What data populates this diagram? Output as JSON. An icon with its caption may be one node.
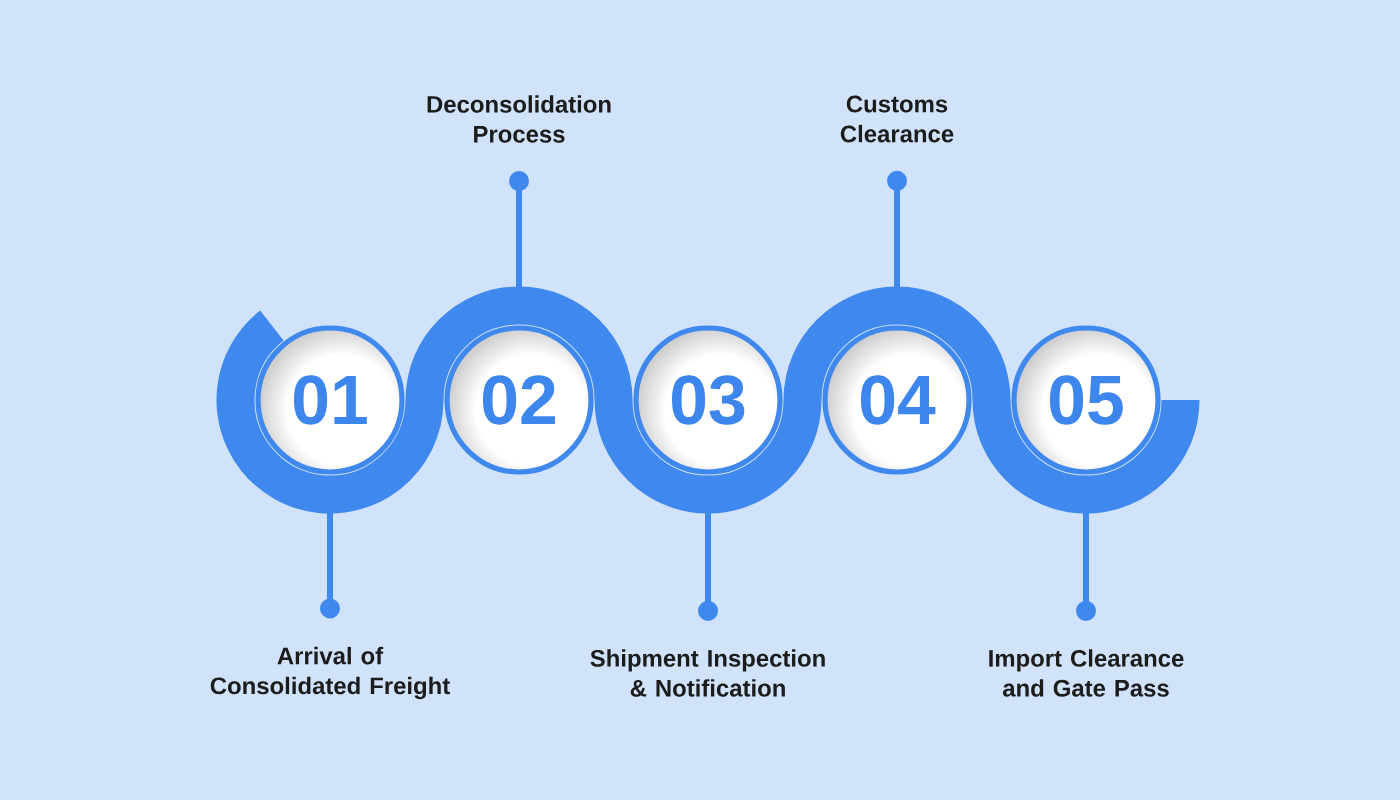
{
  "diagram": {
    "nodes": [
      {
        "text": [
          "01"
        ]
      },
      {
        "text": [
          "02"
        ]
      },
      {
        "text": [
          "03"
        ]
      },
      {
        "text": [
          "04"
        ]
      },
      {
        "text": [
          "05"
        ]
      },
      {
        "text": [
          "Arrival of Consolidated Freight"
        ]
      },
      {
        "text": [
          "Deconsolidation Process"
        ]
      },
      {
        "text": [
          "Shipment Inspection & Notification"
        ]
      },
      {
        "text": [
          "Customs Clearance"
        ]
      },
      {
        "text": [
          "Import Clearance and Gate Pass"
        ]
      }
    ],
    "edges": [
      {
        "from": 5,
        "to": 0,
        "arrow": "other"
      },
      {
        "from": 6,
        "to": 1,
        "arrow": "other"
      },
      {
        "from": 7,
        "to": 2,
        "arrow": "other"
      },
      {
        "from": 8,
        "to": 3,
        "arrow": "other"
      },
      {
        "from": 9,
        "to": 4,
        "arrow": "other"
      }
    ]
  }
}
